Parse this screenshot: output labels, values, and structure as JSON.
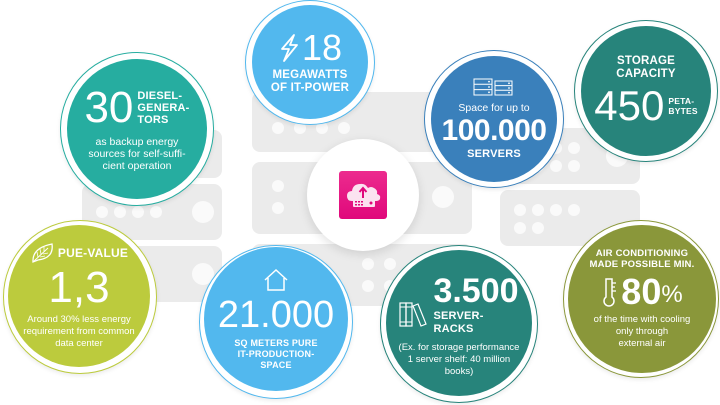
{
  "colors": {
    "teal": "#26ada0",
    "light_blue": "#52b8ee",
    "blue": "#3a80bb",
    "dark_teal": "#27847b",
    "lime": "#bccb3d",
    "olive": "#8a973a",
    "magenta": "#e6097f",
    "server_bg": "#ebebeb"
  },
  "center": {
    "icon": "cloud-upload-server-icon"
  },
  "stats": {
    "diesel": {
      "number": "30",
      "label_lines": [
        "DIESEL-",
        "GENERA-",
        "TORS"
      ],
      "desc_lines": [
        "as backup energy",
        "sources for self-suffi-",
        "cient operation"
      ]
    },
    "power": {
      "icon": "lightning-icon",
      "number": "18",
      "label_lines": [
        "MEGAWATTS",
        "OF IT-POWER"
      ]
    },
    "servers": {
      "icon": "server-rack-icon",
      "pre": "Space for up to",
      "number": "100.000",
      "label": "SERVERS"
    },
    "storage": {
      "label_lines": [
        "STORAGE",
        "CAPACITY"
      ],
      "number": "450",
      "unit_lines": [
        "PETA-",
        "BYTES"
      ]
    },
    "pue": {
      "icon": "leaf-icon",
      "label": "PUE-VALUE",
      "number": "1,3",
      "desc_lines": [
        "Around 30% less energy",
        "requirement from common",
        "data center"
      ]
    },
    "space": {
      "icon": "house-icon",
      "number": "21.000",
      "label_lines": [
        "SQ METERS PURE",
        "IT-PRODUCTION-",
        "SPACE"
      ]
    },
    "racks": {
      "icon": "books-icon",
      "number": "3.500",
      "label_lines": [
        "SERVER-",
        "RACKS"
      ],
      "desc_lines": [
        "(Ex. for storage performance",
        "1 server shelf: 40 million",
        "books)"
      ]
    },
    "cooling": {
      "icon": "thermometer-icon",
      "label_lines": [
        "AIR CONDITIONING",
        "MADE POSSIBLE MIN."
      ],
      "number": "80",
      "unit": "%",
      "desc_lines": [
        "of the time with cooling",
        "only through",
        "external air"
      ]
    }
  }
}
